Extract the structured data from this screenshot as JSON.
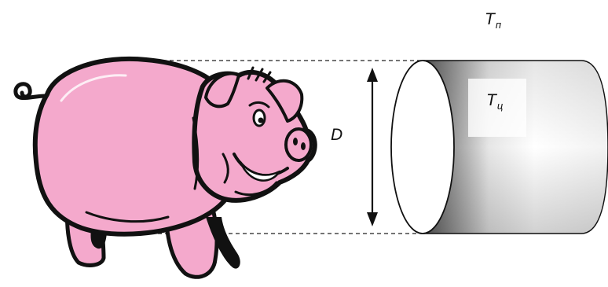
{
  "labels": {
    "surface_temp": {
      "symbol": "T",
      "sub": "п"
    },
    "diameter": "D",
    "center_temp": {
      "symbol": "T",
      "sub": "ц"
    }
  },
  "colors": {
    "pig_fill": "#f4a9cc",
    "outline": "#111111",
    "cylinder_dark": "#5c5c5c",
    "cylinder_light": "#ffffff"
  },
  "icons": {
    "pig": "pig-icon",
    "cylinder": "cylinder-icon",
    "arrow": "double-arrow-icon"
  }
}
